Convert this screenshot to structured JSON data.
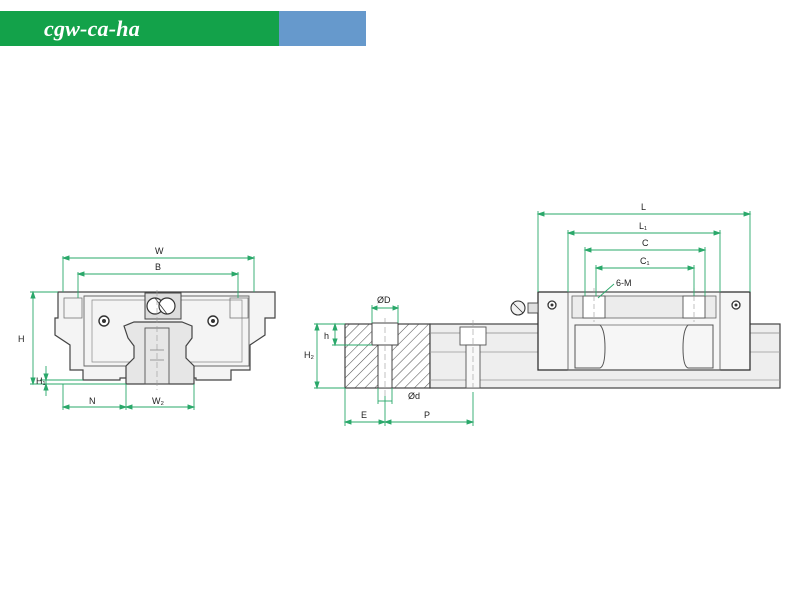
{
  "header": {
    "title": "cgw-ca-ha",
    "accent_green": "#13a24a",
    "accent_blue": "#6699cc"
  },
  "diagram": {
    "dimension_line_color": "#2aa86a",
    "front_view": {
      "width_label": "W",
      "mounting_width_label": "B",
      "height_label": "H",
      "bottom_height_label": "H₁",
      "offset_label": "N",
      "rail_width_label": "W₂"
    },
    "side_view": {
      "rail_height_label": "H₂",
      "counterbore_depth_label": "h",
      "counterbore_dia_label": "ØD",
      "bolt_hole_dia_label": "Ød",
      "end_distance_label": "E",
      "pitch_label": "P",
      "block_length_label": "L",
      "body_length_label": "L₁",
      "hole_spacing_label": "C",
      "hole_spacing_inner_label": "C₁",
      "thread_label": "6-M"
    }
  }
}
